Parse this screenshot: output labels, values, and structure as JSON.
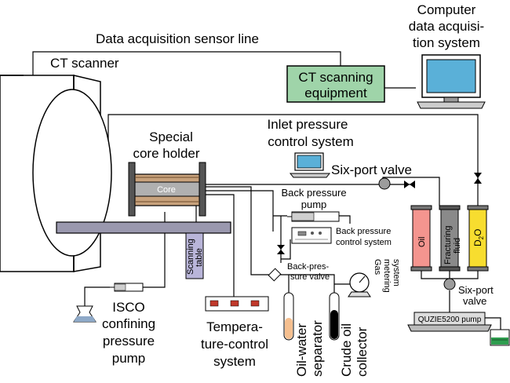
{
  "labels": {
    "daq_line": "Data acquisition sensor line",
    "computer": [
      "Computer",
      "data acquisi-",
      "tion system"
    ],
    "ct_scanner": "CT scanner",
    "ct_equipment": [
      "CT scanning",
      "equipment"
    ],
    "special_holder": [
      "Special",
      "core holder"
    ],
    "inlet_pressure": [
      "Inlet pressure",
      "control system"
    ],
    "core": "Core",
    "six_port_top": "Six-port valve",
    "bp_pump": [
      "Back pressure",
      "pump"
    ],
    "bp_control": [
      "Back pressure",
      "control system"
    ],
    "bp_valve": [
      "Back-pres-",
      "sure valve"
    ],
    "gas_meter": [
      "Gas",
      "metering",
      "system"
    ],
    "scanning_table": [
      "Scanning",
      "table"
    ],
    "isco": [
      "ISCO",
      "confining",
      "pressure",
      "pump"
    ],
    "temp_control": [
      "Tempera-",
      "ture-control",
      "system"
    ],
    "oil_water": [
      "Oil-water",
      "separator"
    ],
    "crude_oil": [
      "Crude oil",
      "collector"
    ],
    "oil": "Oil",
    "fracturing": [
      "Fracturing",
      "fluid"
    ],
    "d2o_main": "D",
    "d2o_sub": "2",
    "d2o_end": "O",
    "six_port_bottom": [
      "Six-port",
      "valve"
    ],
    "quzie": "QUZIE5200 pump"
  },
  "colors": {
    "ct_equipment_fill": "#9fd4a9",
    "monitor_screen": "#5ab0d8",
    "oil_cyl": "#f4958f",
    "frac_cyl": "#8a8a8a",
    "d2o_cyl": "#f7dd2f",
    "core_holder": "#c8a27c",
    "table": "#9a98ae",
    "scan_table": "#b9b5d9",
    "separator_oil": "#f5bf8f"
  },
  "icons": [
    "computer-icon",
    "valve-icon",
    "gauge-icon",
    "pump-icon",
    "beaker-icon",
    "flask-icon"
  ]
}
